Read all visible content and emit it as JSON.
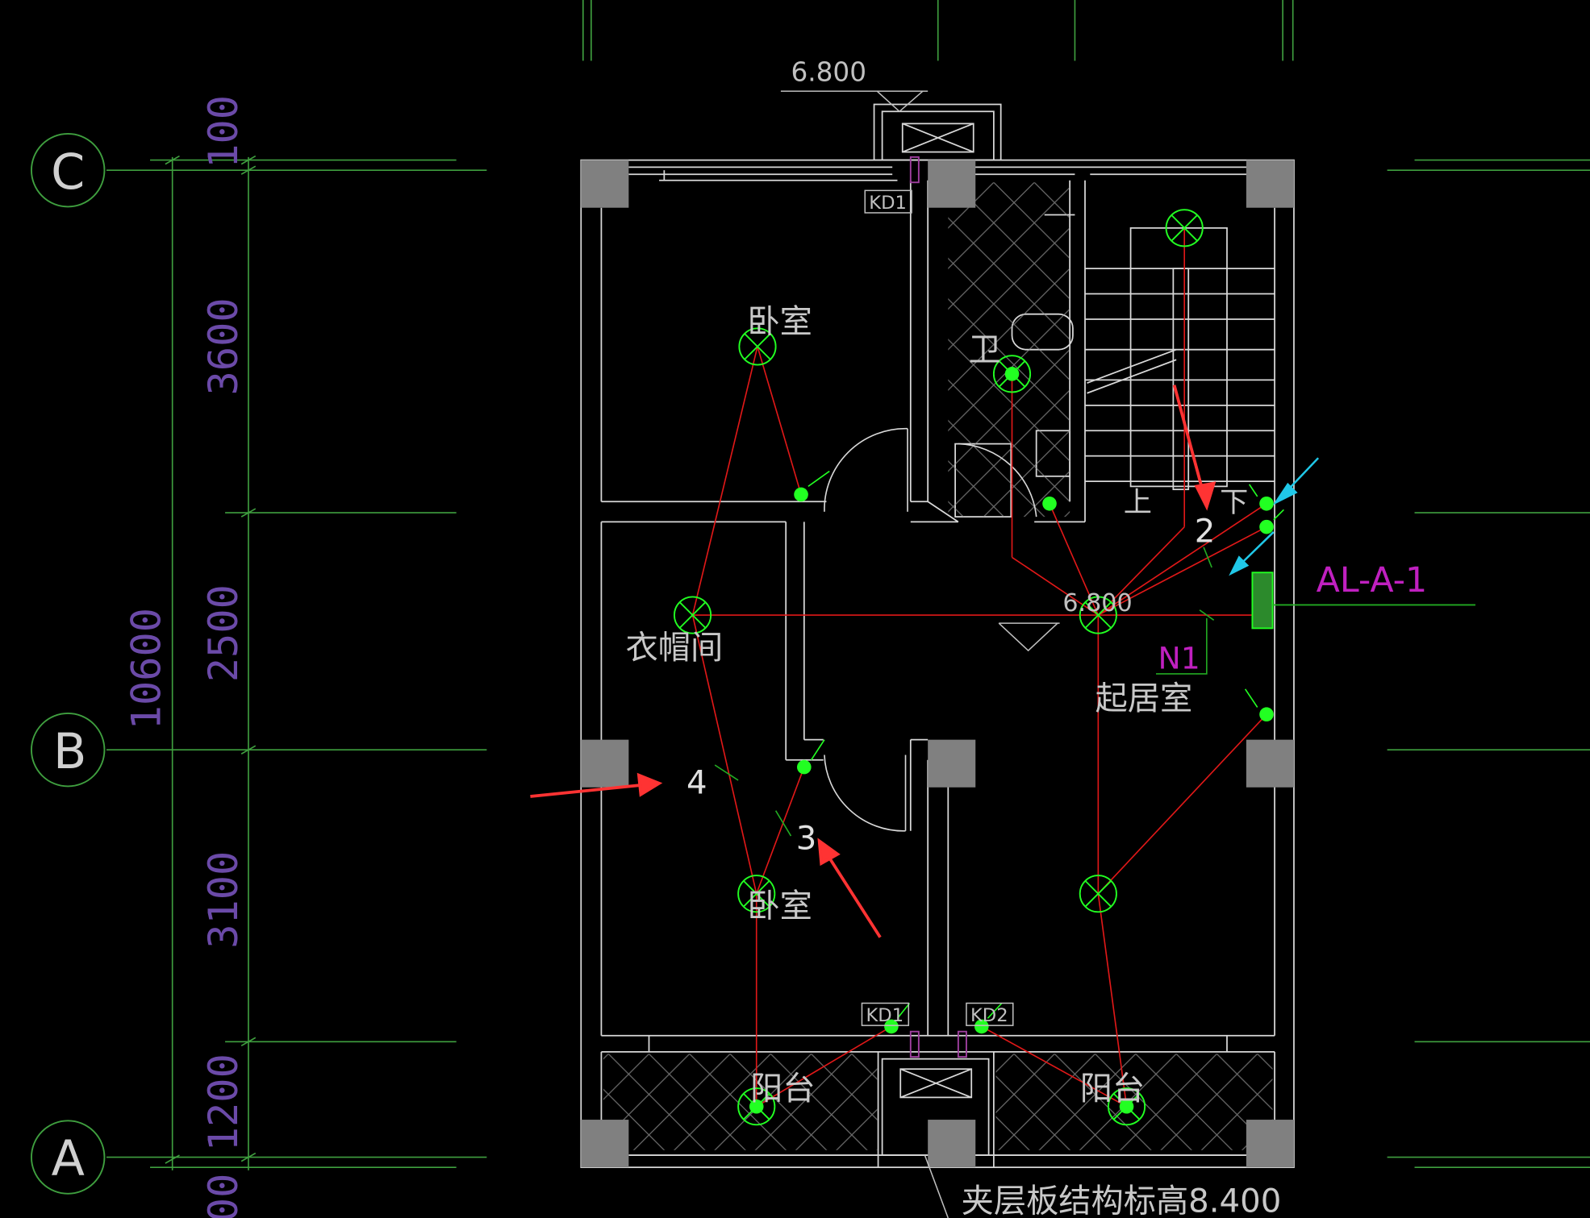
{
  "grid_axes": [
    {
      "id": "axis-c",
      "label": "C"
    },
    {
      "id": "axis-b",
      "label": "B"
    },
    {
      "id": "axis-a",
      "label": "A"
    }
  ],
  "dimensions": {
    "total": "10600",
    "segments": [
      "100",
      "3600",
      "2500",
      "3100",
      "1200",
      "00"
    ]
  },
  "elevation_top": "6.800",
  "elevation_living": "6.800",
  "rooms": {
    "bedroom_top": "卧室",
    "bathroom": "卫",
    "cloakroom": "衣帽间",
    "living": "起居室",
    "bedroom_bottom": "卧室",
    "balcony_left": "阳台",
    "balcony_right": "阳台",
    "stair_up": "上",
    "stair_down": "下"
  },
  "tags": {
    "kd1_top": "KD1",
    "kd1_bottom": "KD1",
    "kd2": "KD2"
  },
  "panel_label": "AL-A-1",
  "circuit_label": "N1",
  "wire_counts": {
    "w2": "2",
    "w3": "3",
    "w4": "4"
  },
  "bottom_note": "夹层板结构标高8.400",
  "colors": {
    "background": "#000000",
    "wall": "#d8d8d8",
    "grid": "#3f9f3f",
    "wire": "#e01818",
    "fixture": "#22ff22",
    "column": "#808080",
    "dimension": "#6b4aa8",
    "panel_label": "#c020c0",
    "arrow": "#ff3333",
    "cyan": "#20c8e8"
  }
}
